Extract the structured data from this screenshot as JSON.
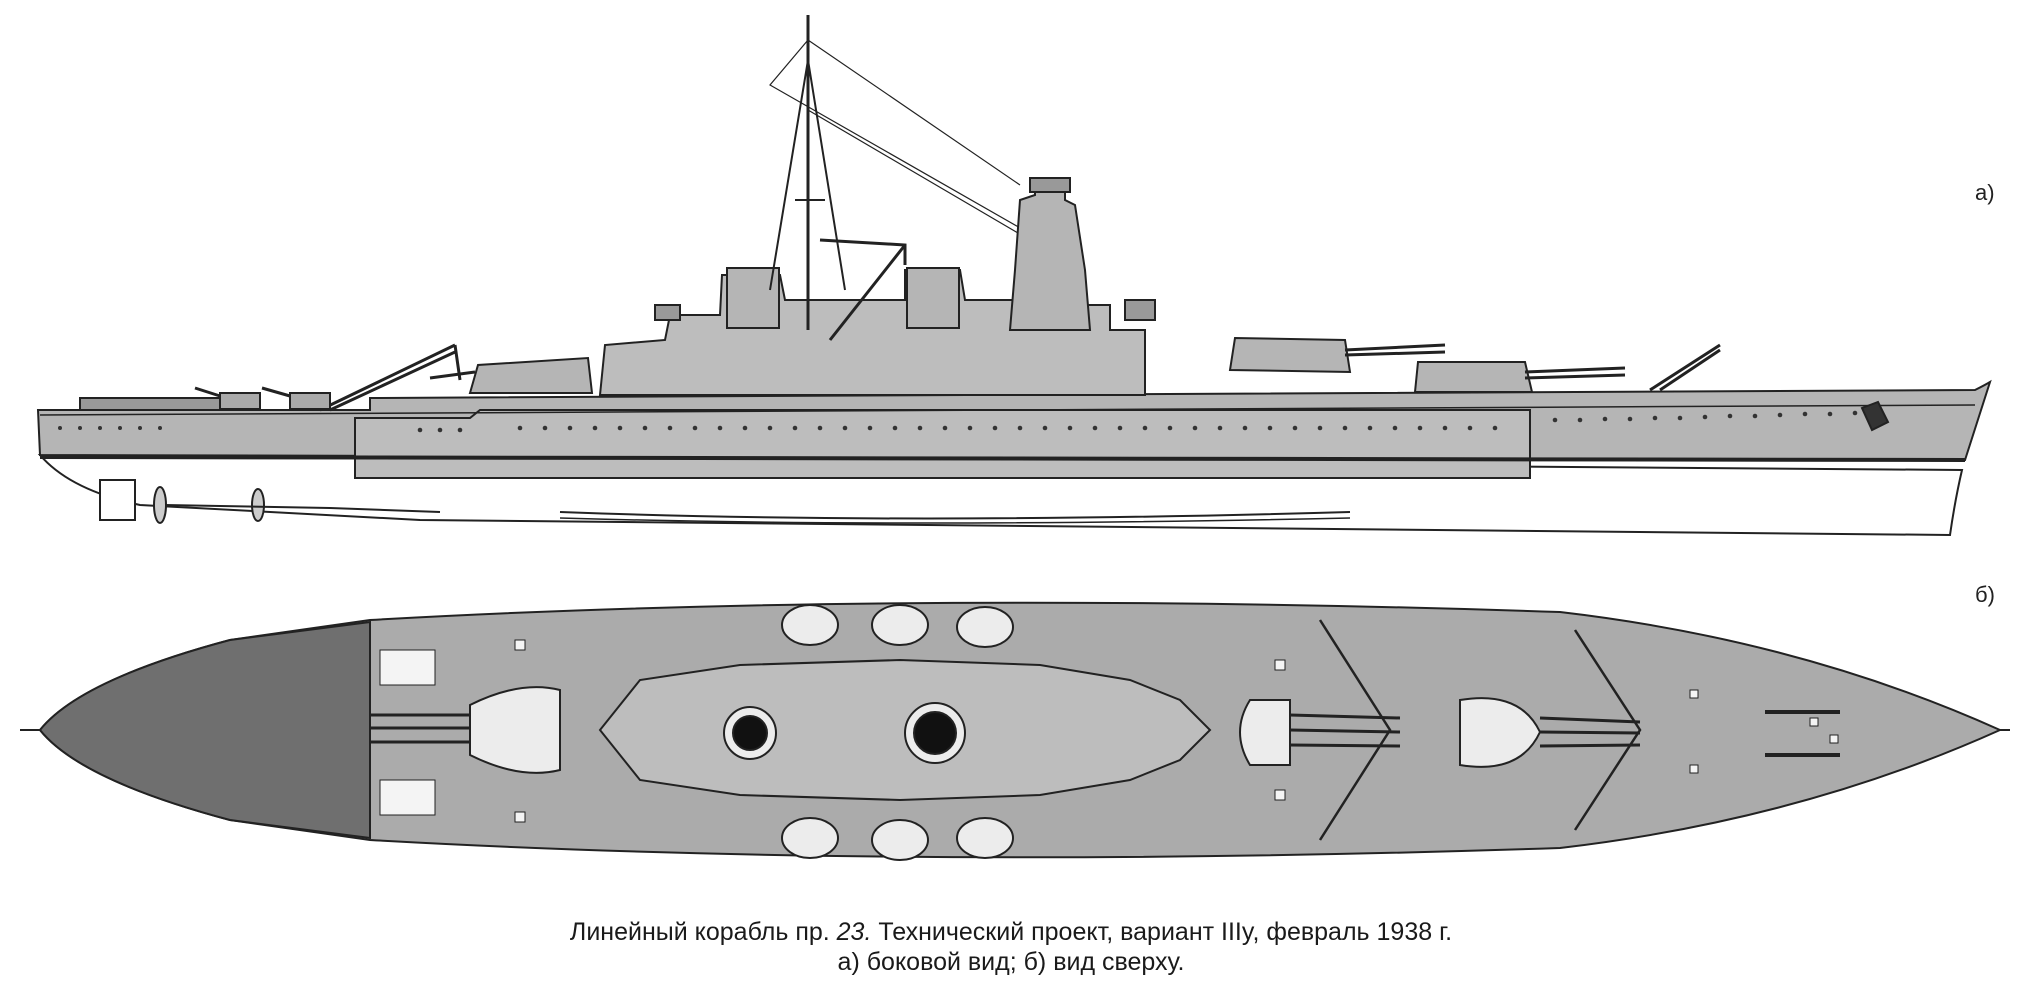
{
  "labels": {
    "side_view": "а)",
    "top_view": "б)"
  },
  "caption": {
    "line1_prefix": "Линейный корабль пр. ",
    "line1_number": "23.",
    "line1_suffix": " Технический проект, вариант IIIy, февраль 1938 г.",
    "line2": "а) боковой вид; б) вид сверху."
  },
  "colors": {
    "hull": "#b5b5b5",
    "deck": "#ababab",
    "dark_deck": "#6f6f6f",
    "superstructure": "#bdbdbd",
    "line": "#222222",
    "turret": "#ececec"
  }
}
